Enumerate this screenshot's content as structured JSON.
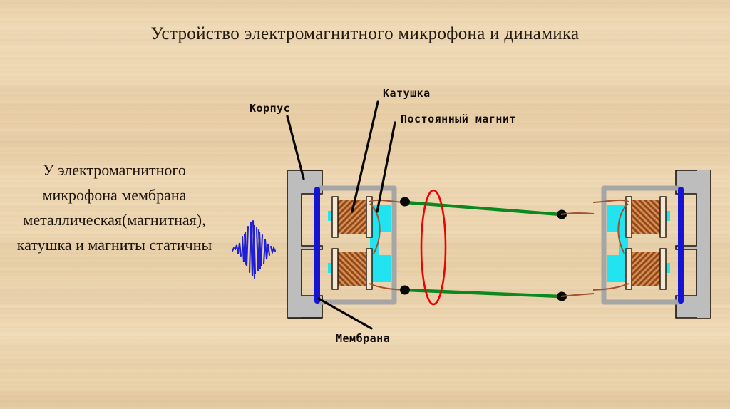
{
  "slide": {
    "title": "Устройство электромагнитного микрофона и динамика",
    "body_text": "У электромагнитного микрофона мембрана металлическая(магнитная), катушка и магниты статичны"
  },
  "labels": {
    "korpus": "Корпус",
    "katushka": "Катушка",
    "magnit": "Постоянный магнит",
    "membrana": "Мембрана"
  },
  "icons": {
    "sound_wave": "sound-wave-icon",
    "highlight": "red-ellipse-highlight"
  },
  "colors": {
    "background_wood_light": "#f2dcb8",
    "background_wood_dark": "#e6cb9f",
    "title_text": "#261a10",
    "body_text": "#1c120a",
    "label_text": "#140d07",
    "housing_gray": "#bdbdbd",
    "housing_outline": "#1a1008",
    "membrane_blue": "#1414d2",
    "magnet_cyan": "#22e4f0",
    "coil_copper": "#b5642d",
    "coil_flange": "#f5e6cf",
    "wire_green": "#0a8a1e",
    "wire_copper": "#a0522d",
    "terminal_black": "#080808",
    "highlight_red": "#f00000",
    "soundwave_blue": "#1f1fd8",
    "frame_shadow": "#9d9d9d"
  },
  "diagram": {
    "left_device": "electromagnetic-microphone",
    "right_device": "electromagnetic-speaker",
    "coils_per_device": 2,
    "connecting_wires": 2,
    "terminals": 4
  }
}
